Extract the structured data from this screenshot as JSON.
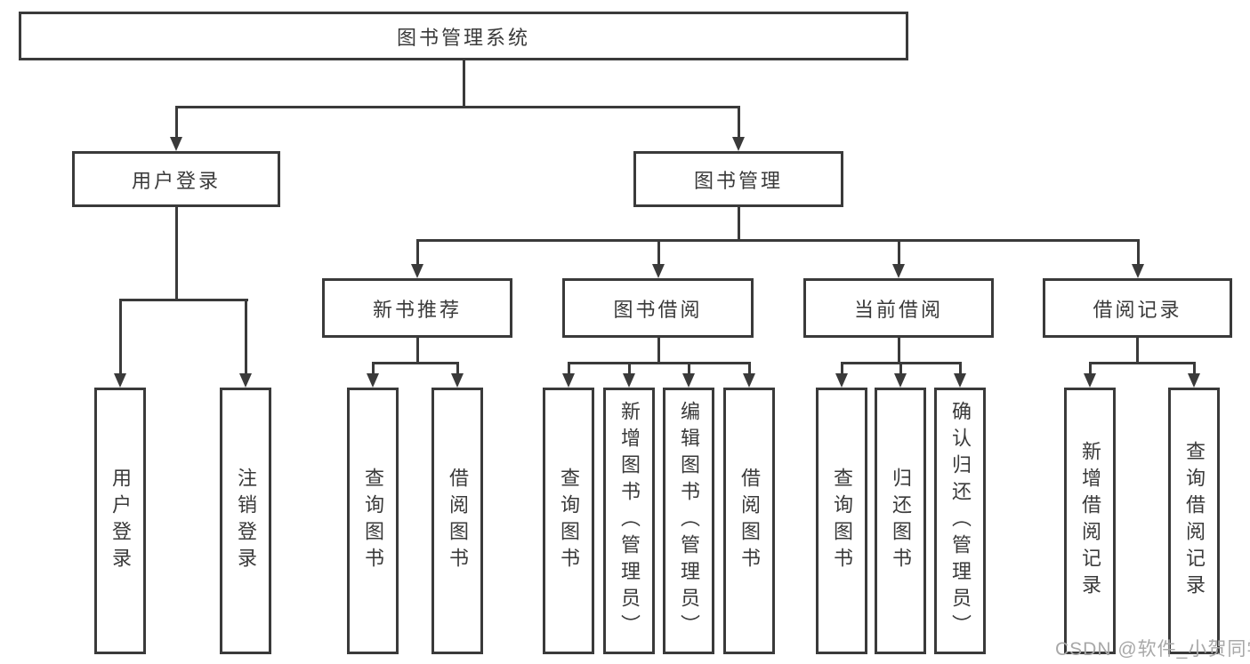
{
  "nodes": {
    "root": "图书管理系统",
    "user_login": "用户登录",
    "book_management": "图书管理",
    "new_book_recommend": "新书推荐",
    "book_borrowing": "图书借阅",
    "current_borrowing": "当前借阅",
    "borrowing_records": "借阅记录",
    "leaf_user_login": "用户登录",
    "leaf_logout": "注销登录",
    "leaf_nb_query_books": "查询图书",
    "leaf_nb_borrow_books": "借阅图书",
    "leaf_bb_query_books": "查询图书",
    "leaf_bb_add_books_admin": "新增图书（管理员）",
    "leaf_bb_edit_books_admin": "编辑图书（管理员）",
    "leaf_bb_borrow_books": "借阅图书",
    "leaf_cb_query_books": "查询图书",
    "leaf_cb_return_books": "归还图书",
    "leaf_cb_confirm_return_admin": "确认归还（管理员）",
    "leaf_br_add_record": "新增借阅记录",
    "leaf_br_query_record": "查询借阅记录"
  },
  "watermark": {
    "text": "CSDN @软件_小贺同学"
  },
  "colors": {
    "line": "#3a3a3a",
    "box_background": "#ffffff",
    "watermark_text": "#a8a8a8"
  }
}
